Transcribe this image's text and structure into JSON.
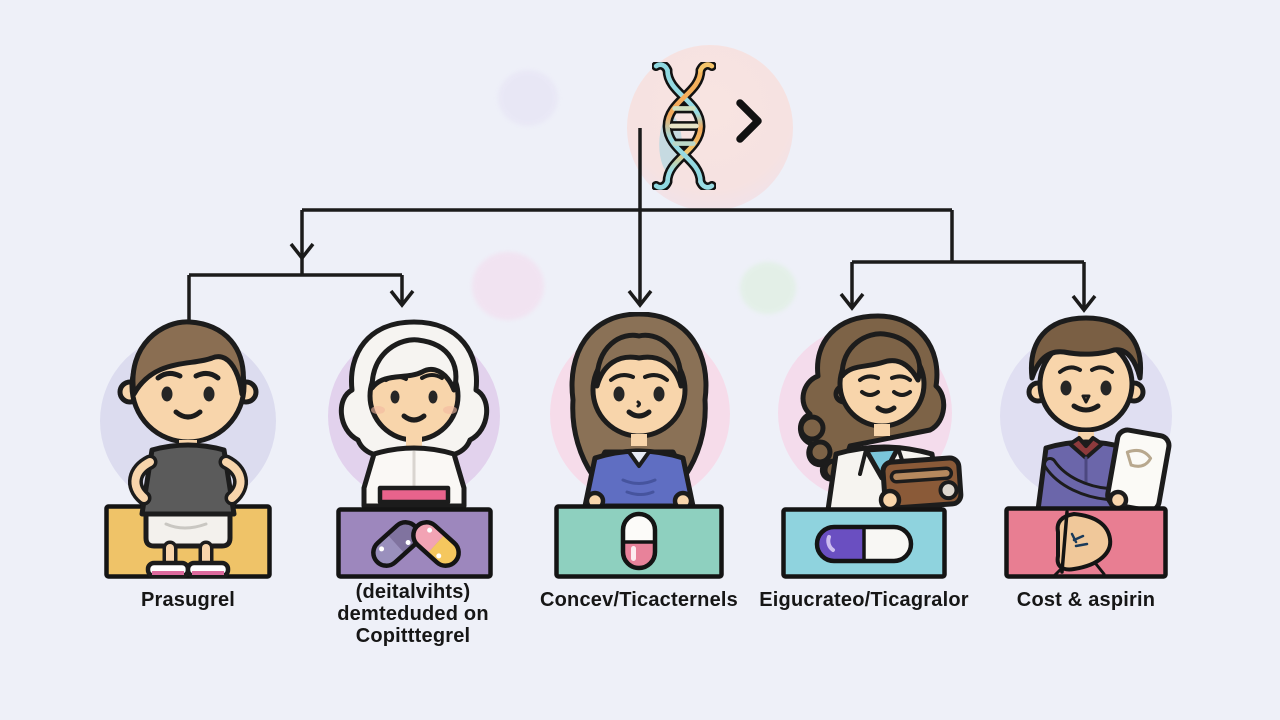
{
  "page": {
    "background_color": "#eef0f8"
  },
  "root": {
    "icon": "dna-helix",
    "chevron_icon": "chevron-right"
  },
  "branches": [
    {
      "label": "Prasugrel",
      "box_color": "#efc368",
      "character_icon": "young-man-gray-tshirt",
      "box_item_icon": "standing-person-legs"
    },
    {
      "label_lines": [
        "(deitalvihts)",
        "demteduded on",
        "Copitttegrel"
      ],
      "box_color": "#9d87bd",
      "character_icon": "elderly-woman-white-hair",
      "box_item_icon": "two-capsules"
    },
    {
      "label": "Concev/Ticacternels",
      "box_color": "#8ed0bf",
      "character_icon": "young-woman-blue-top",
      "box_item_icon": "pink-white-capsule"
    },
    {
      "label": "Eigucrateo/Ticagralor",
      "box_color": "#8fd3de",
      "character_icon": "pharmacist-holding-wallet",
      "box_item_icon": "purple-white-capsule"
    },
    {
      "label": "Cost & aspirin",
      "box_color": "#e87e92",
      "character_icon": "young-man-holding-tablet",
      "box_item_icon": "coin-pouch"
    }
  ]
}
